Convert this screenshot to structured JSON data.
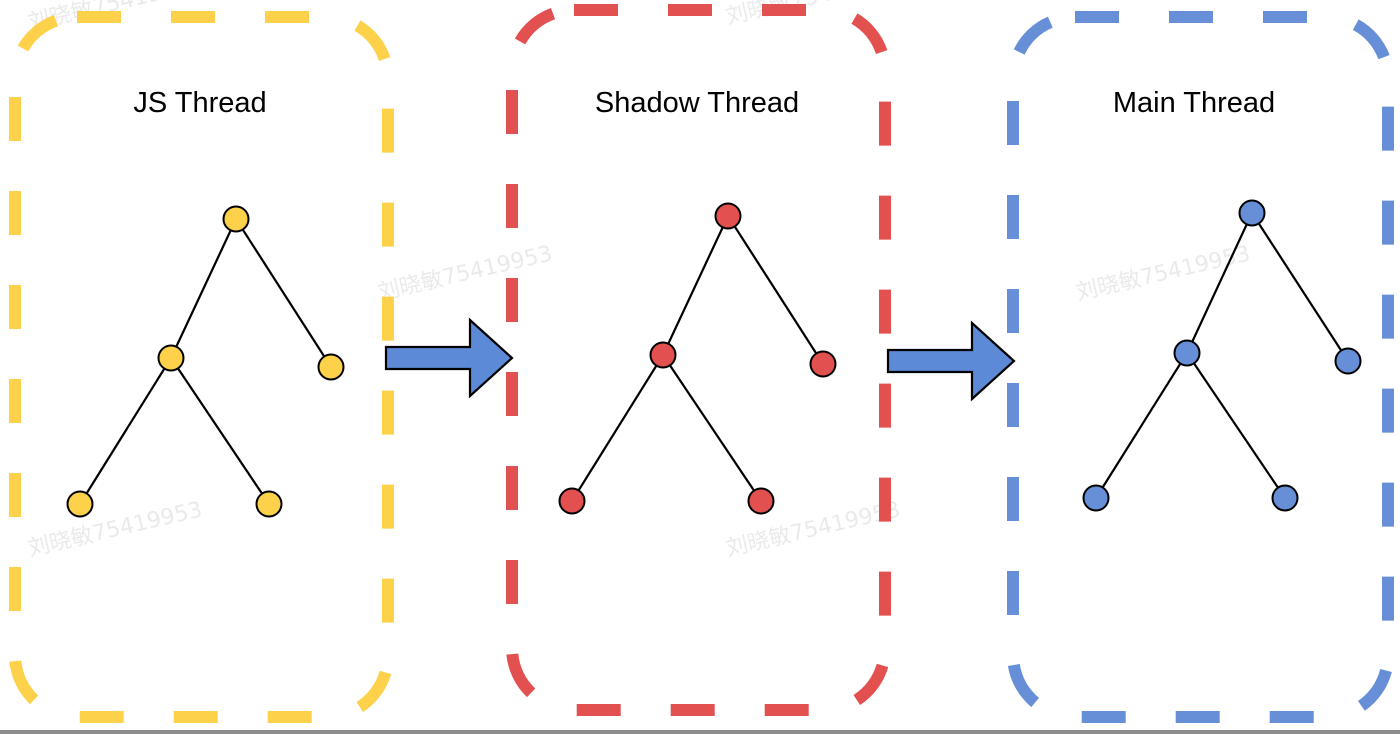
{
  "panels": [
    {
      "id": "js",
      "title": "JS Thread",
      "color": "#fdd149"
    },
    {
      "id": "shadow",
      "title": "Shadow Thread",
      "color": "#e2504f"
    },
    {
      "id": "main",
      "title": "Main Thread",
      "color": "#668fd8"
    }
  ],
  "arrows": [
    {
      "from": "js",
      "to": "shadow",
      "color": "#5c8ad7"
    },
    {
      "from": "shadow",
      "to": "main",
      "color": "#5c8ad7"
    }
  ],
  "tree": {
    "nodes": [
      "root",
      "middle",
      "right",
      "bottom-left",
      "bottom-right"
    ],
    "edges": [
      [
        "root",
        "middle"
      ],
      [
        "root",
        "right"
      ],
      [
        "middle",
        "bottom-left"
      ],
      [
        "middle",
        "bottom-right"
      ]
    ]
  },
  "watermark": {
    "text": "刘晓敏75419953"
  }
}
